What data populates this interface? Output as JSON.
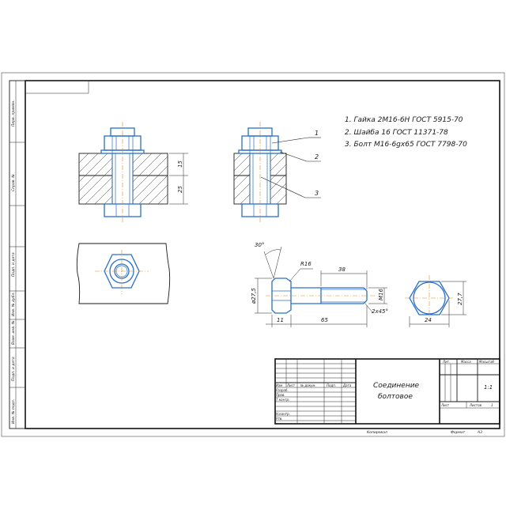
{
  "spec": {
    "items": [
      "1. Гайка 2М16-6Н ГОСТ 5915-70",
      "2. Шайба 16 ГОСТ 11371-78",
      "3. Болт М16-6gх65 ГОСТ 7798-70"
    ],
    "callouts": [
      "1",
      "2",
      "3"
    ]
  },
  "assembly_dims": {
    "upper": "15",
    "lower": "25"
  },
  "bolt_dims": {
    "angle": "30°",
    "radius": "R16",
    "thread_length": "38",
    "head_diameter": "ø27,5",
    "thread": "М16",
    "chamfer": "2х45°",
    "head_height": "11",
    "length": "65"
  },
  "head_view_dims": {
    "across_flats": "24",
    "across_corners": "27,7"
  },
  "side_strip": [
    "Перв. примен.",
    "Справ. №",
    "Подп. и дата",
    "Инв. № дубл.",
    "Взам. инв. №",
    "Подп. и дата",
    "Инв. № подл."
  ],
  "title_block": {
    "name_line1": "Соединение",
    "name_line2": "болтовое",
    "col_headers": [
      "Изм",
      "Лист",
      "№ докум.",
      "Подп.",
      "Дата"
    ],
    "rows": [
      "Разраб.",
      "Пров.",
      "Т.контр.",
      "",
      "Н.контр.",
      "Утв."
    ],
    "lit_label": "Лит.",
    "mass_label": "Масса",
    "scale_label": "Масштаб",
    "scale_value": "1:1",
    "sheet_label": "Лист",
    "sheets_label": "Листов",
    "sheets_value": "1",
    "copied": "Копировал",
    "format_label": "Формат",
    "format_value": "А3"
  }
}
